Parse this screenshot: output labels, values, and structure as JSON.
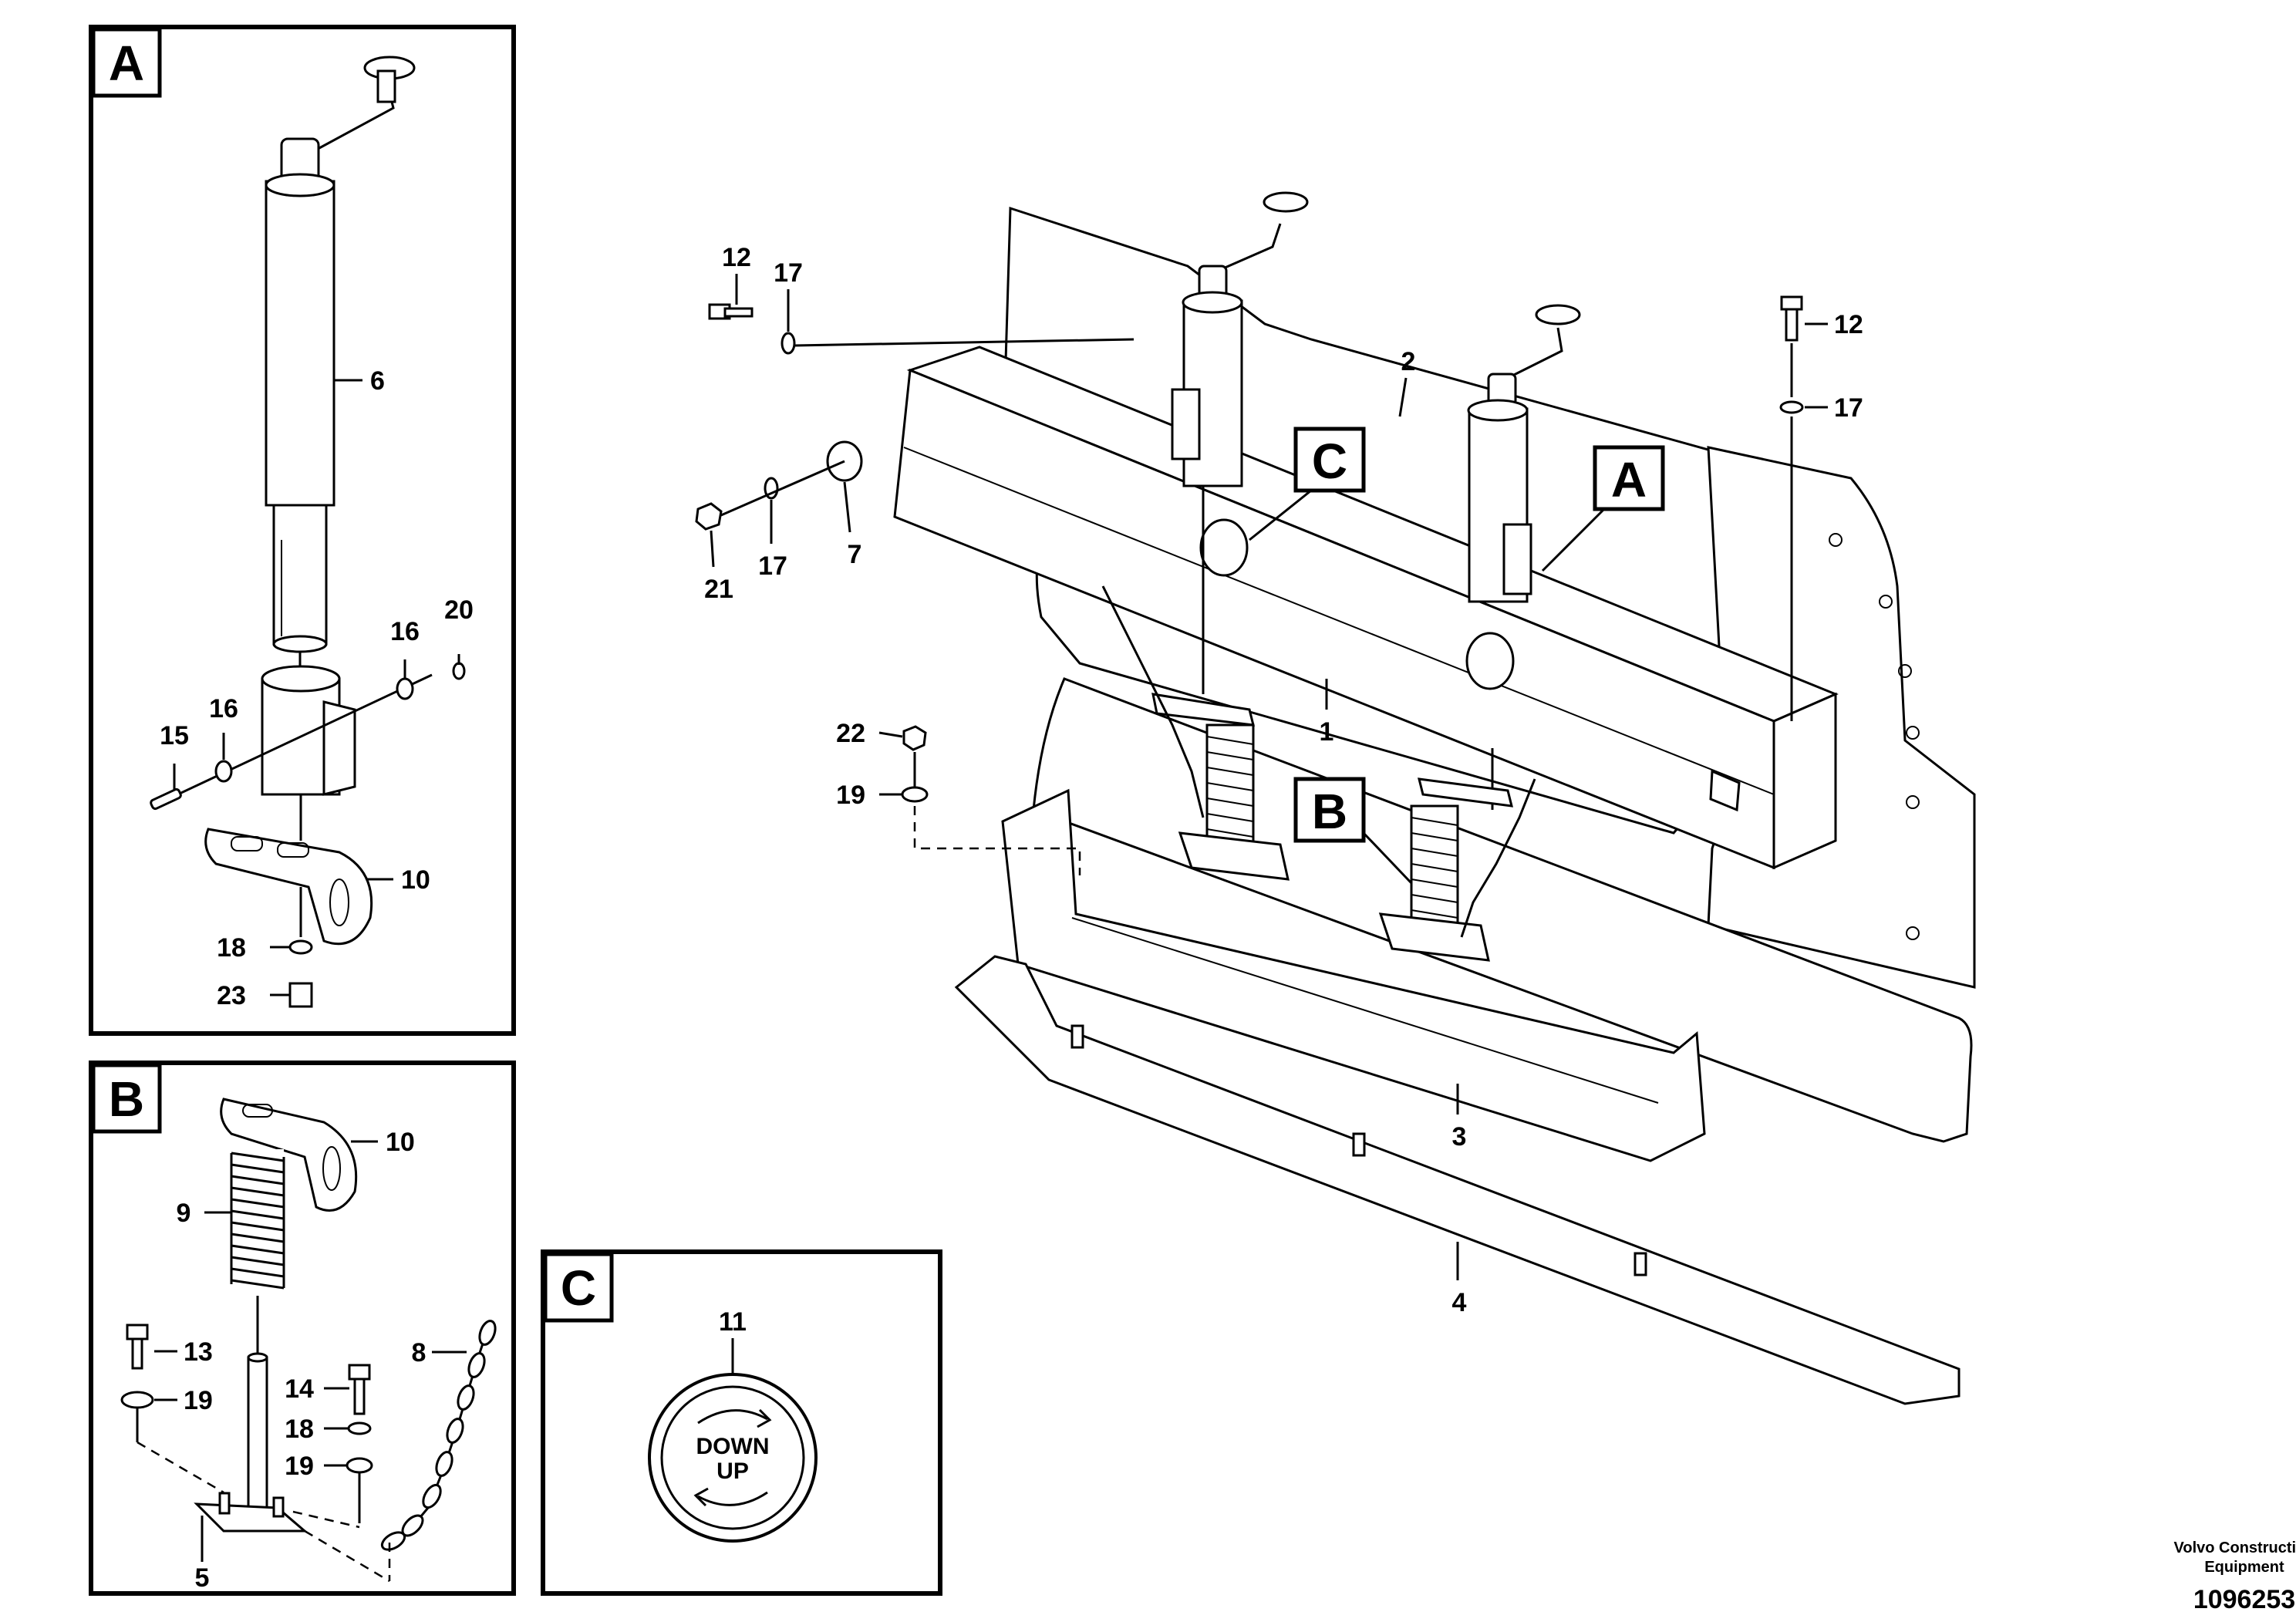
{
  "detail_views": [
    {
      "id": "A",
      "label": "A"
    },
    {
      "id": "B",
      "label": "B"
    },
    {
      "id": "C",
      "label": "C"
    }
  ],
  "main_view_callouts": {
    "c": "C",
    "a": "A",
    "b": "B"
  },
  "part_callouts": {
    "main": {
      "p12_left": "12",
      "p17_left": "17",
      "p12_right": "12",
      "p17_right": "17",
      "p2": "2",
      "p7": "7",
      "p17_mid": "17",
      "p21": "21",
      "p1": "1",
      "p22": "22",
      "p19": "19",
      "p3": "3",
      "p4": "4"
    },
    "detail_a": {
      "p6": "6",
      "p16a": "16",
      "p20": "20",
      "p16b": "16",
      "p15": "15",
      "p10": "10",
      "p18": "18",
      "p23": "23"
    },
    "detail_b": {
      "p10": "10",
      "p9": "9",
      "p13": "13",
      "p19a": "19",
      "p14": "14",
      "p18": "18",
      "p19b": "19",
      "p8": "8",
      "p5": "5"
    },
    "detail_c": {
      "p11": "11"
    }
  },
  "knob_label": {
    "line1": "DOWN",
    "line2": "UP"
  },
  "footer": {
    "company_line1": "Volvo Construction",
    "company_line2": "Equipment",
    "document_number": "1096253"
  }
}
